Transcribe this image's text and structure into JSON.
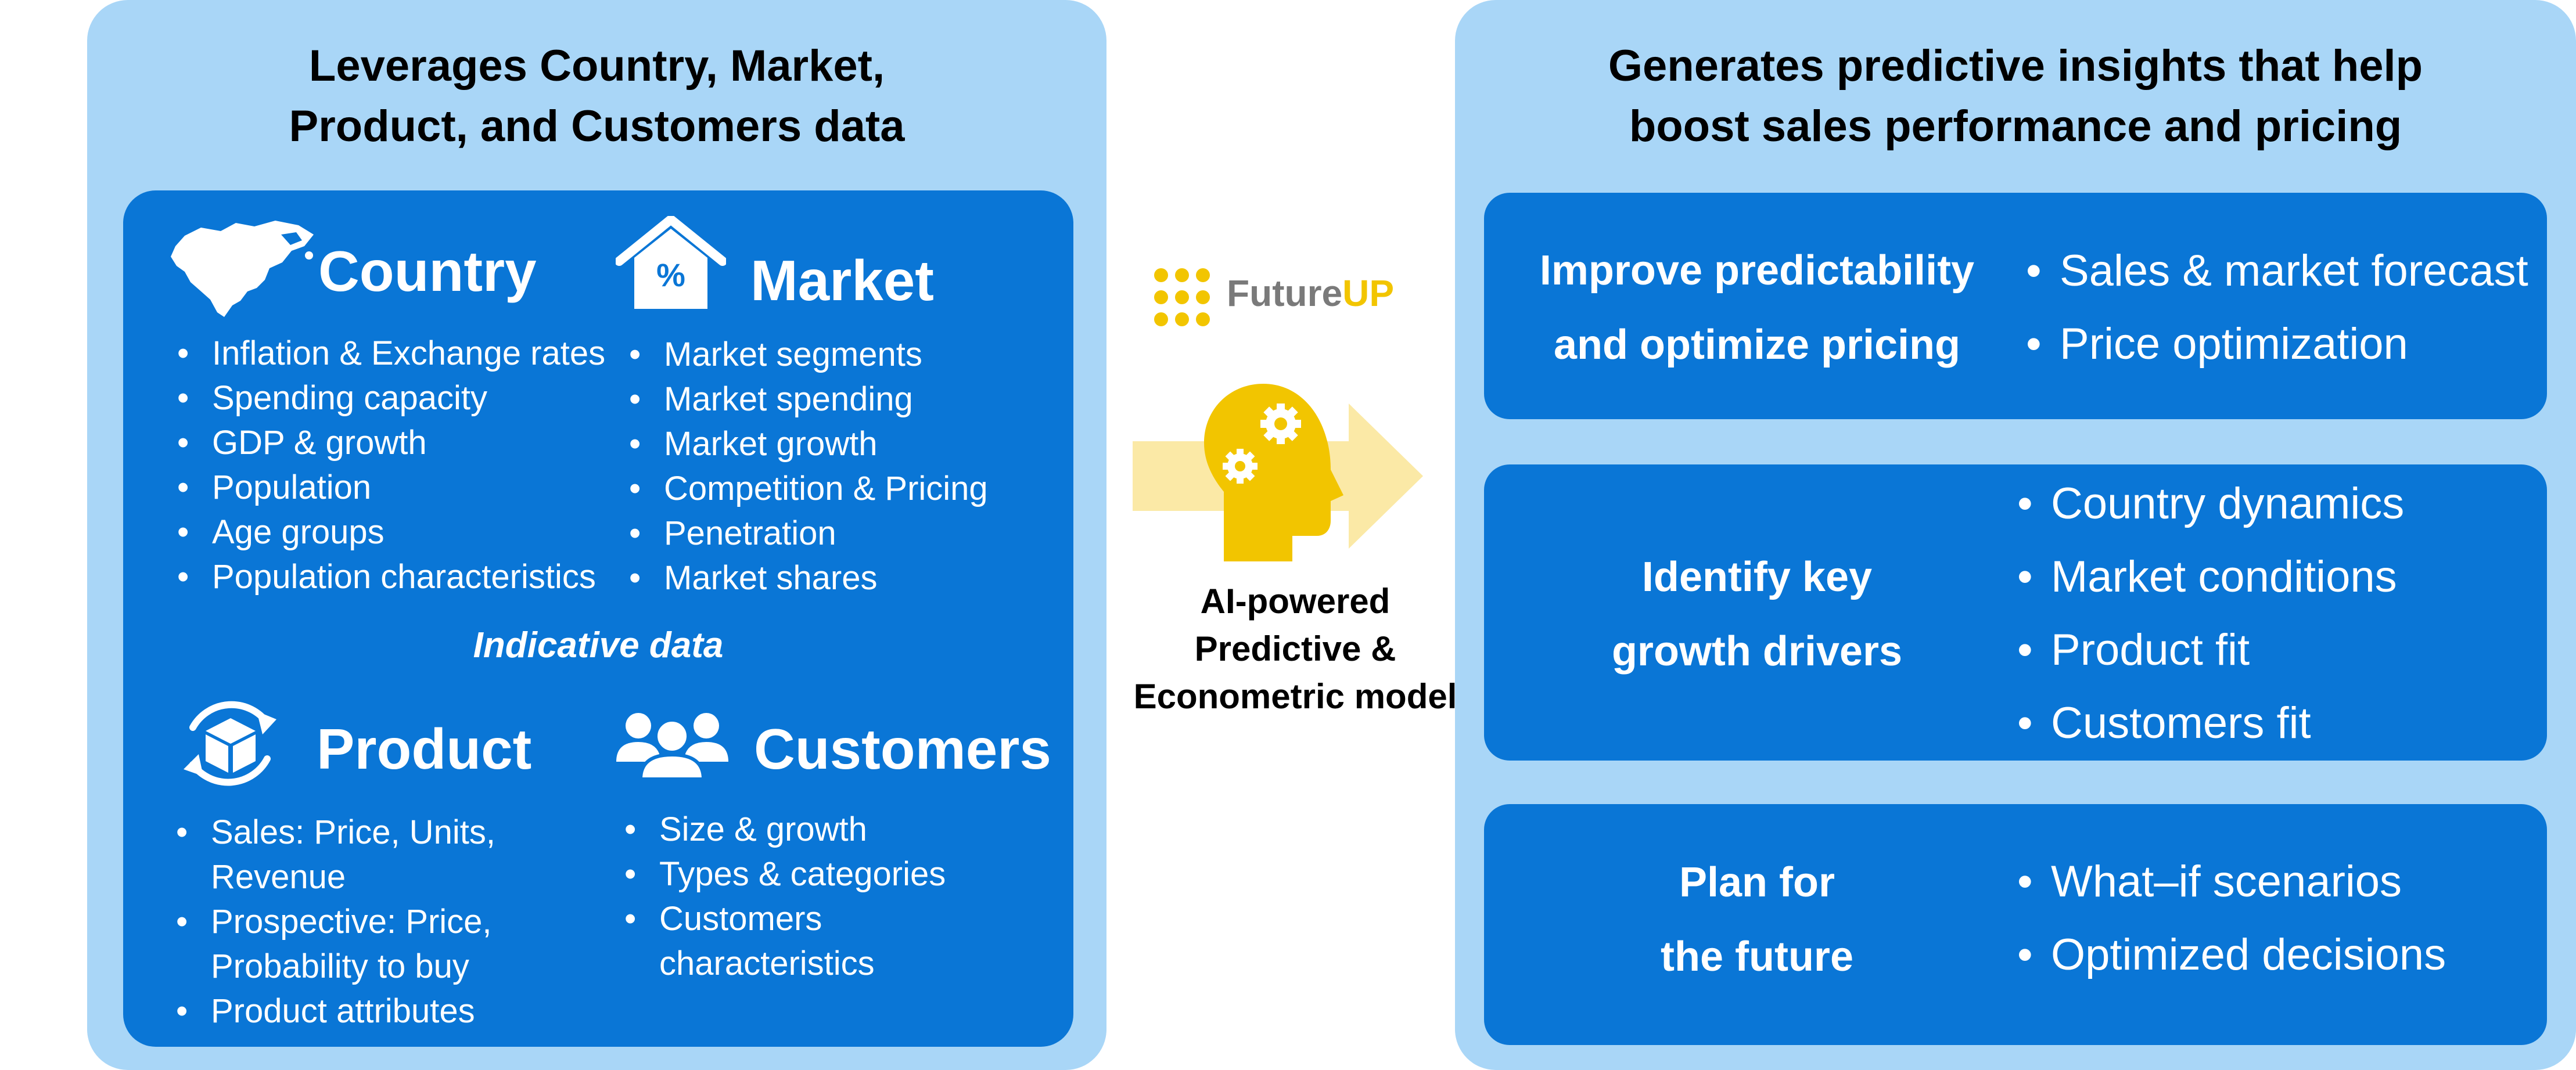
{
  "left_panel": {
    "title_line1": "Leverages Country, Market,",
    "title_line2": "Product, and Customers data",
    "indicative_label": "Indicative data",
    "country": {
      "title": "Country",
      "items": [
        "Inflation & Exchange rates",
        "Spending capacity",
        "GDP & growth",
        "Population",
        "Age groups",
        "Population characteristics"
      ]
    },
    "market": {
      "title": "Market",
      "icon_symbol": "%",
      "items": [
        "Market segments",
        "Market spending",
        "Market growth",
        "Competition & Pricing",
        "Penetration",
        "Market shares"
      ]
    },
    "product": {
      "title": "Product",
      "items": [
        "Sales: Price, Units, Revenue",
        "Prospective: Price, Probability to buy",
        "Product attributes"
      ]
    },
    "customers": {
      "title": "Customers",
      "items": [
        "Size & growth",
        "Types & categories",
        "Customers characteristics"
      ]
    }
  },
  "middle": {
    "brand_part1": "Future",
    "brand_part2": "UP",
    "model_line1": "AI-powered",
    "model_line2": "Predictive &",
    "model_line3": "Econometric model"
  },
  "right_panel": {
    "title_line1": "Generates predictive insights that help",
    "title_line2": "boost sales performance and pricing",
    "boxes": [
      {
        "label_line1": "Improve predictability",
        "label_line2": "and optimize pricing",
        "items": [
          "Sales & market forecast",
          "Price optimization"
        ]
      },
      {
        "label_line1": "Identify key",
        "label_line2": "growth drivers",
        "items": [
          "Country dynamics",
          "Market conditions",
          "Product fit",
          "Customers fit"
        ]
      },
      {
        "label_line1": "Plan for",
        "label_line2": "the future",
        "items": [
          "What–if scenarios",
          "Optimized decisions"
        ]
      }
    ]
  },
  "colors": {
    "outer_panel": "#a9d6f7",
    "inner_box": "#0a76d6",
    "accent_yellow": "#f2c500",
    "arrow_yellow": "#fbe9a6",
    "brand_gray": "#7a7a7a"
  },
  "icons": [
    "north-america-map-icon",
    "house-percent-icon",
    "box-cycle-icon",
    "people-group-icon",
    "futureup-dots-logo-icon",
    "gears-head-icon",
    "right-arrow-icon"
  ]
}
